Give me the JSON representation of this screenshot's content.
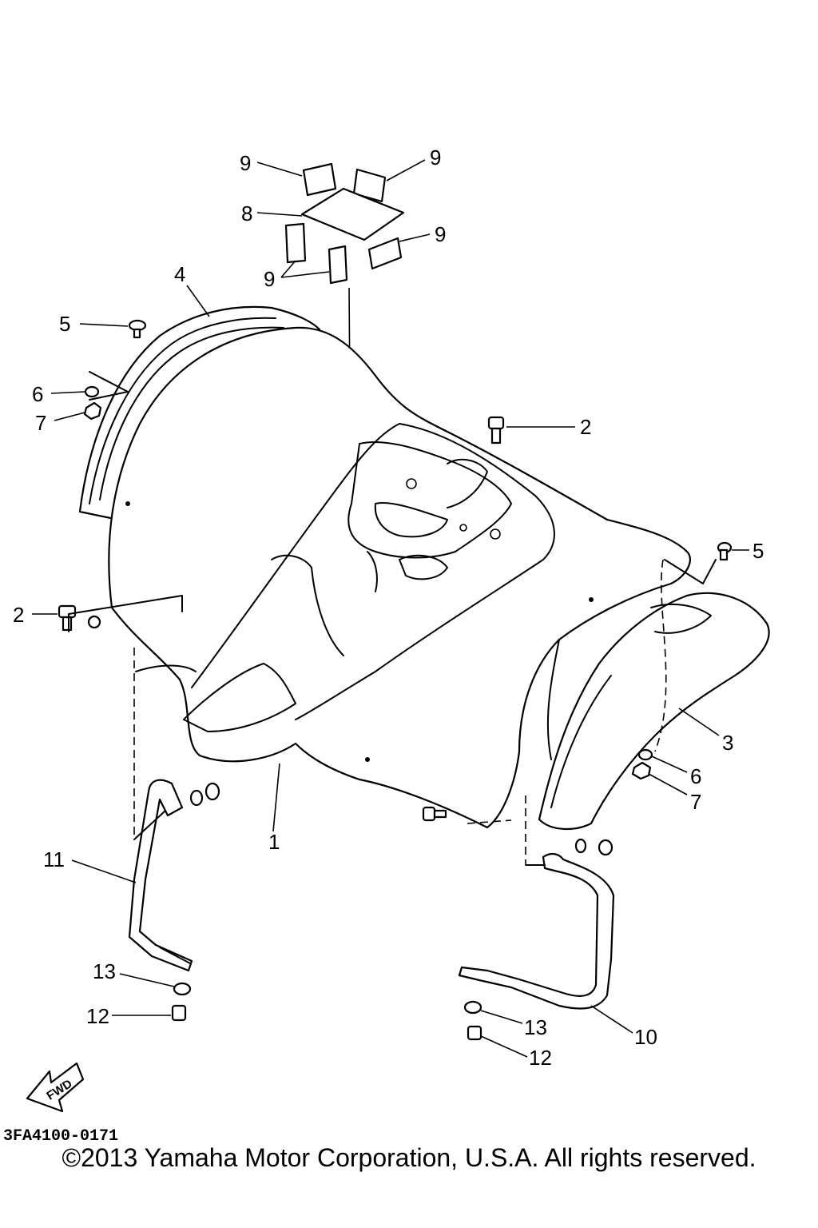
{
  "diagram": {
    "part_code": "3FA4100-0171",
    "fwd_label": "FWD",
    "copyright": "©2013 Yamaha Motor Corporation, U.S.A. All rights reserved.",
    "callouts": {
      "c1": "1",
      "c2a": "2",
      "c2b": "2",
      "c3": "3",
      "c4": "4",
      "c5a": "5",
      "c5b": "5",
      "c6a": "6",
      "c6b": "6",
      "c7a": "7",
      "c7b": "7",
      "c8": "8",
      "c9a": "9",
      "c9b": "9",
      "c9c": "9",
      "c9d": "9",
      "c10": "10",
      "c11": "11",
      "c12a": "12",
      "c12b": "12",
      "c13a": "13",
      "c13b": "13"
    }
  }
}
